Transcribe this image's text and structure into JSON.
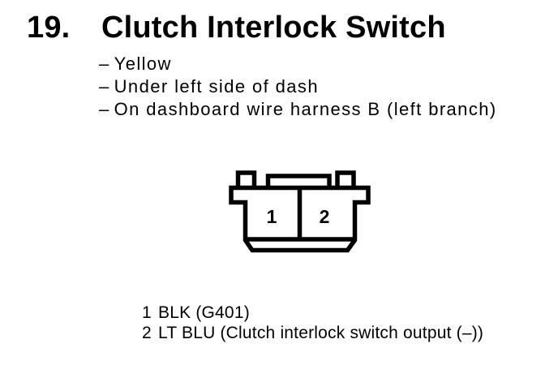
{
  "heading": {
    "number": "19.",
    "title": "Clutch Interlock Switch"
  },
  "details": {
    "bullet": "–",
    "items": [
      "Yellow",
      "Under left side of dash",
      "On dashboard wire harness B (left branch)"
    ]
  },
  "connector": {
    "pins": [
      "1",
      "2"
    ]
  },
  "legend": {
    "rows": [
      {
        "pin": "1",
        "label": "BLK (G401)"
      },
      {
        "pin": "2",
        "label": "LT BLU (Clutch interlock switch output (–))"
      }
    ]
  },
  "colors": {
    "ink": "#000000",
    "background": "#ffffff"
  }
}
